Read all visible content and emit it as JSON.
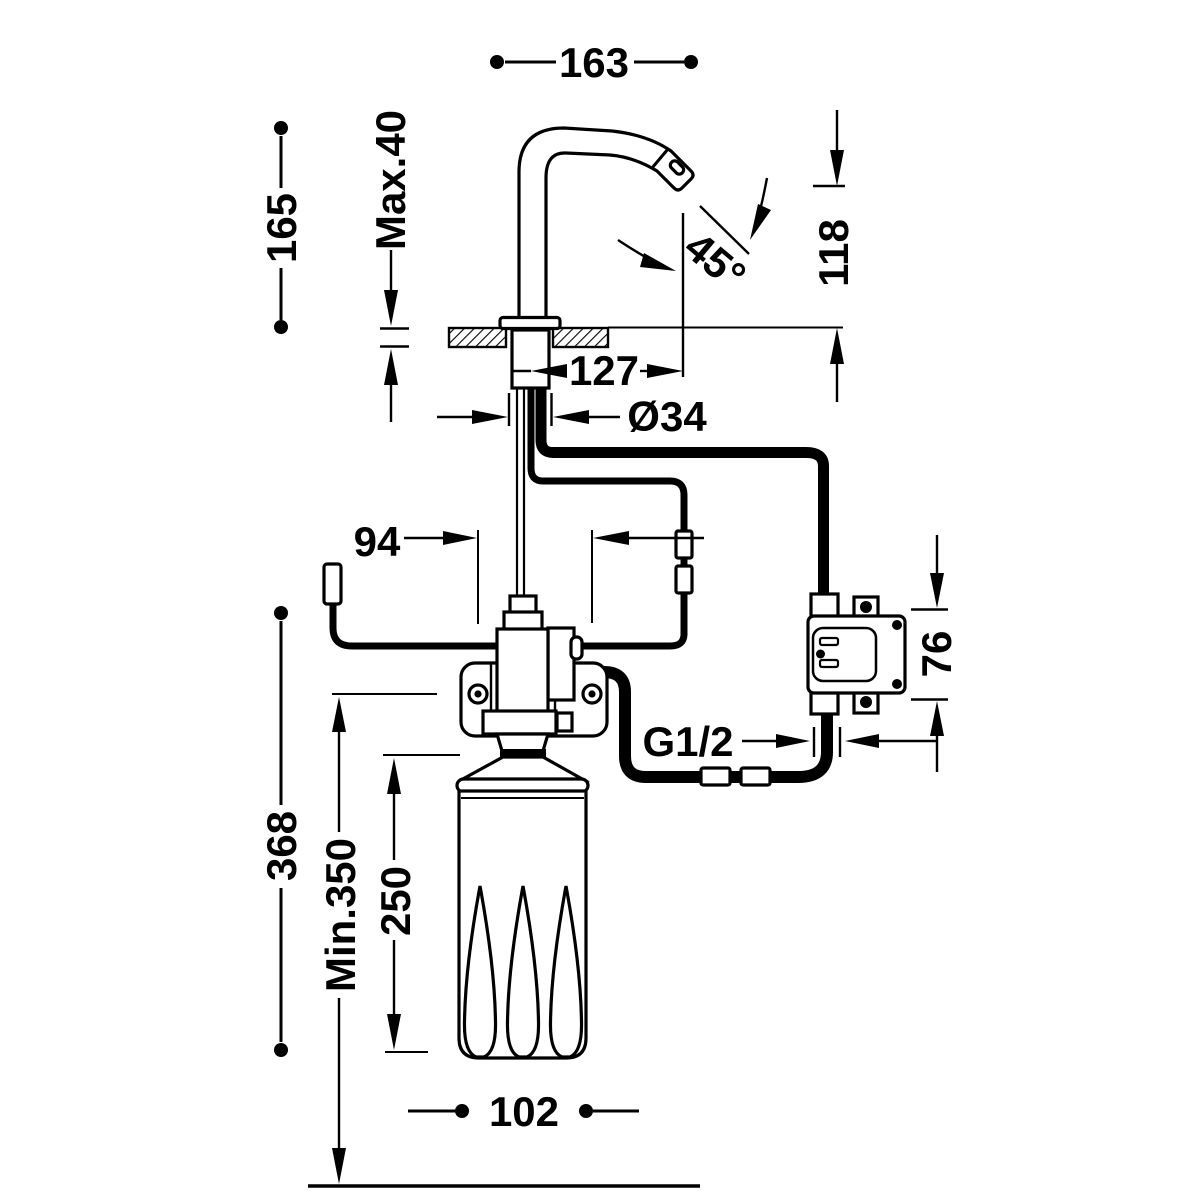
{
  "drawing": {
    "dim_spout_width_top": "163",
    "dim_height_above_deck": "165",
    "dim_max_deck_thickness": "Max.40",
    "dim_sensor_angle": "45°",
    "dim_outlet_to_deck": "118",
    "dim_spout_reach": "127",
    "dim_body_diameter": "Ø34",
    "dim_bracket_holes": "94",
    "dim_control_box": "76",
    "dim_thread": "G1/2",
    "dim_under_deck_total": "368",
    "dim_min_clearance": "Min.350",
    "dim_bottle_height": "250",
    "dim_bottle_width": "102"
  }
}
